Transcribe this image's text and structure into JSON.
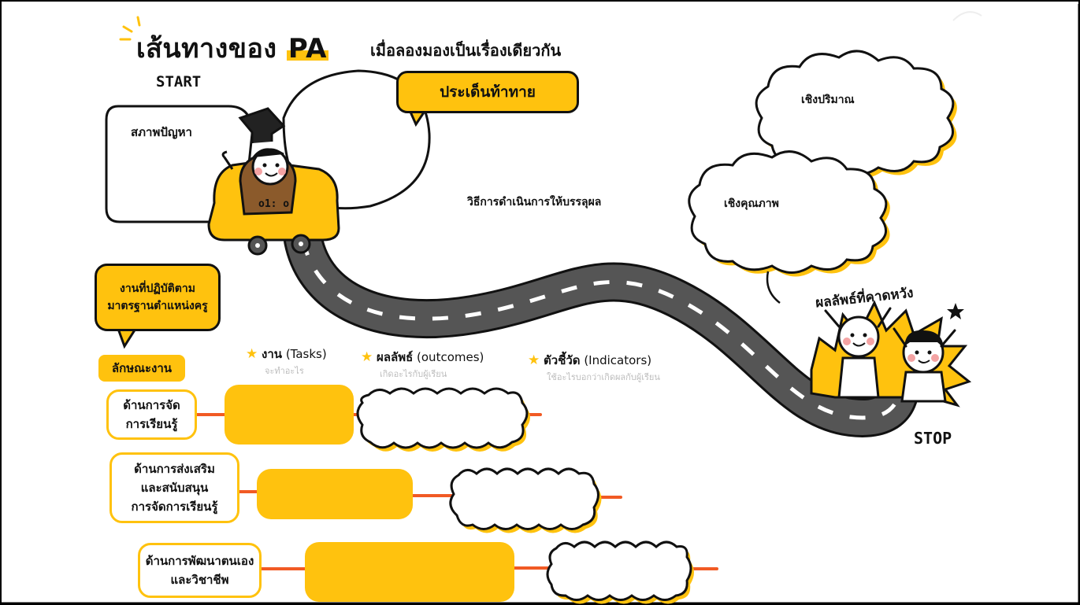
{
  "title": {
    "main": "เส้นทางของ",
    "highlight": "PA",
    "subtitle": "เมื่อลองมองเป็นเรื่องเดียวกัน"
  },
  "markers": {
    "start": "START",
    "stop": "STOP"
  },
  "map": {
    "problem_label": "สภาพปัญหา",
    "challenge_label": "ประเด็นท้าทาย",
    "method_label": "วิธีการดำเนินการให้บรรลุผล",
    "quantitative_label": "เชิงปริมาณ",
    "qualitative_label": "เชิงคุณภาพ",
    "expected_results_label": "ผลลัพธ์ที่คาดหวัง"
  },
  "standards": {
    "bubble_line1": "งานที่ปฏิบัติตาม",
    "bubble_line2": "มาตรฐานตำแหน่งครู",
    "work_nature_tag": "ลักษณะงาน"
  },
  "columns": [
    {
      "title": "งาน",
      "english": "(Tasks)",
      "sub": "จะทำอะไร"
    },
    {
      "title": "ผลลัพธ์",
      "english": "(outcomes)",
      "sub": "เกิดอะไรกับผู้เรียน"
    },
    {
      "title": "ตัวชี้วัด",
      "english": "(Indicators)",
      "sub": "ใช้อะไรบอกว่าเกิดผลกับผู้เรียน"
    }
  ],
  "rows": [
    {
      "line1": "ด้านการจัด",
      "line2": "การเรียนรู้",
      "line3": ""
    },
    {
      "line1": "ด้านการส่งเสริม",
      "line2": "และสนับสนุน",
      "line3": "การจัดการเรียนรู้"
    },
    {
      "line1": "ด้านการพัฒนาตนเอง",
      "line2": "และวิชาชีพ",
      "line3": ""
    }
  ],
  "colors": {
    "accent": "#ffc20e",
    "connector": "#f15a24",
    "road": "#555555",
    "outline": "#111111"
  }
}
